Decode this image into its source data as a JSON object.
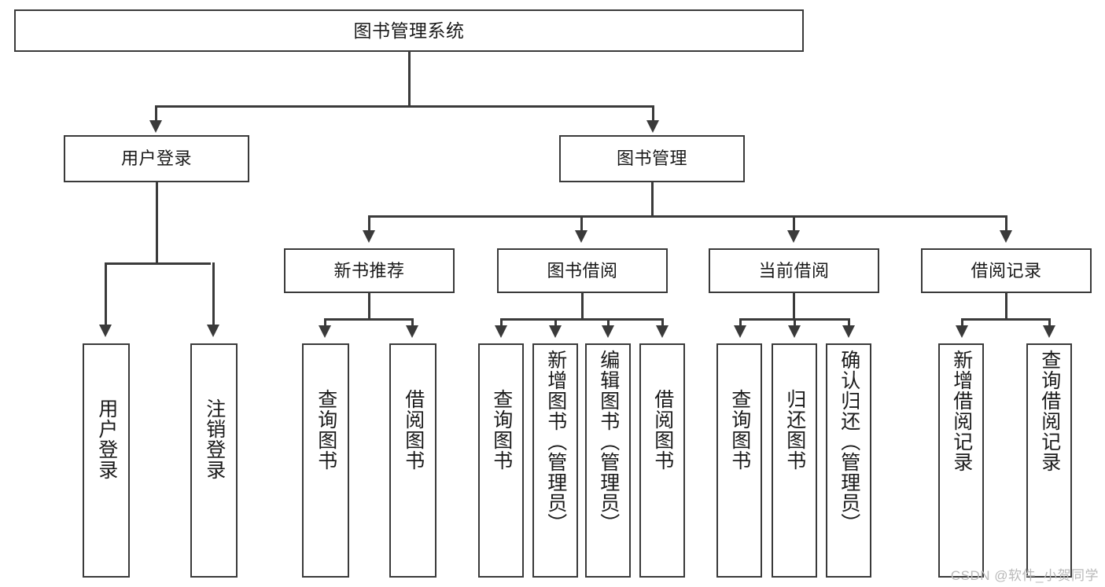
{
  "diagram": {
    "title": "图书管理系统",
    "type": "tree",
    "root": {
      "label": "图书管理系统"
    },
    "level1": [
      {
        "label": "用户登录"
      },
      {
        "label": "图书管理"
      }
    ],
    "level2": [
      {
        "label": "新书推荐"
      },
      {
        "label": "图书借阅"
      },
      {
        "label": "当前借阅"
      },
      {
        "label": "借阅记录"
      }
    ],
    "leaves": {
      "user_login": [
        {
          "label": "用户登录"
        },
        {
          "label": "注销登录"
        }
      ],
      "new_book_recommend": [
        {
          "label": "查询图书"
        },
        {
          "label": "借阅图书"
        }
      ],
      "book_borrow": [
        {
          "label": "查询图书"
        },
        {
          "label": "新增图书（管理员）"
        },
        {
          "label": "编辑图书（管理员）"
        },
        {
          "label": "借阅图书"
        }
      ],
      "current_borrow": [
        {
          "label": "查询图书"
        },
        {
          "label": "归还图书"
        },
        {
          "label": "确认归还（管理员）"
        }
      ],
      "borrow_record": [
        {
          "label": "新增借阅记录"
        },
        {
          "label": "查询借阅记录"
        }
      ]
    }
  },
  "watermark": {
    "text": "CSDN @软件_小贺同学"
  },
  "colors": {
    "stroke": "#3a3a3a",
    "fill": "#ffffff",
    "text": "#1a1a1a",
    "watermark": "#b9b9b9"
  }
}
